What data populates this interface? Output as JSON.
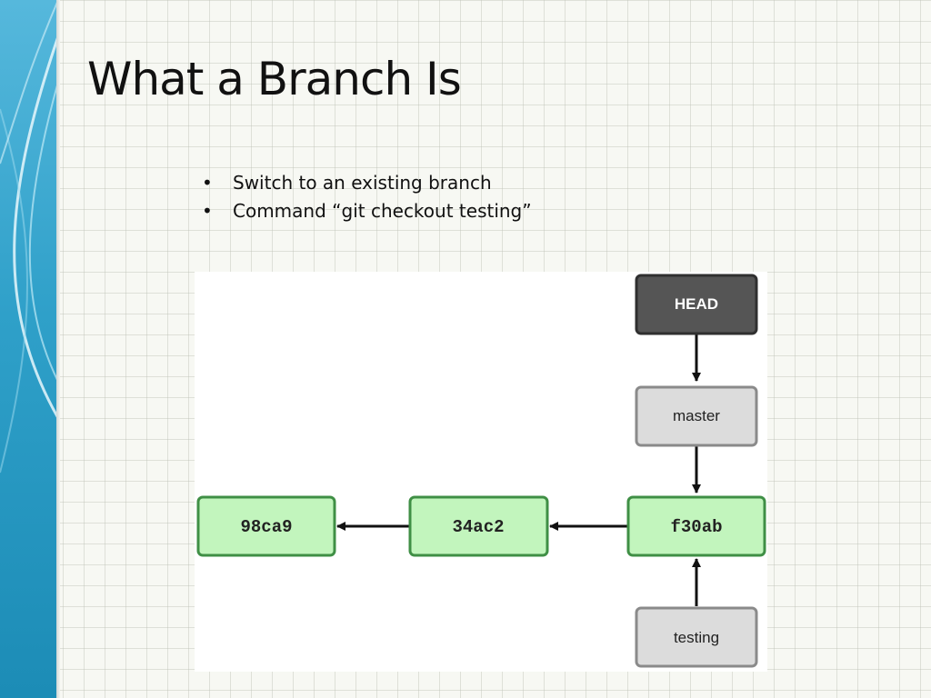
{
  "slide": {
    "title": "What a Branch Is",
    "bullet_symbol": "•",
    "bullets": [
      "Switch to an existing branch",
      "Command “git checkout testing”"
    ]
  },
  "diagram": {
    "commits": [
      "98ca9",
      "34ac2",
      "f30ab"
    ],
    "refs": {
      "head": "HEAD",
      "master": "master",
      "testing": "testing"
    }
  },
  "colors": {
    "theme_blue": "#2fa0c9",
    "commit_fill": "#c2f5bd",
    "commit_stroke": "#3f8f45",
    "branch_fill": "#dcdcdc",
    "branch_stroke": "#8a8a8a",
    "head_fill": "#555555",
    "head_stroke": "#2f2f2f",
    "arrow": "#111111"
  }
}
